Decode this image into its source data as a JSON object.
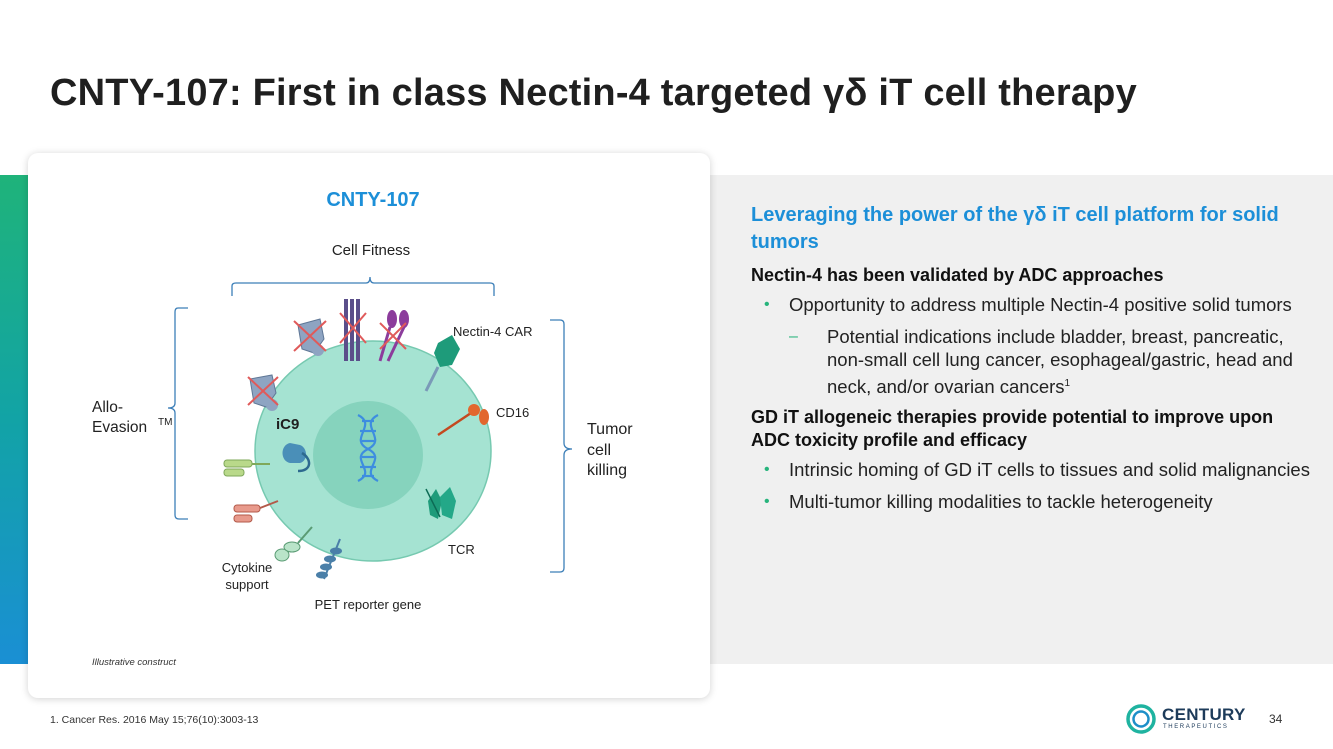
{
  "title": "CNTY-107: First in class Nectin-4 targeted γδ iT cell therapy",
  "diagram": {
    "heading": "CNTY-107",
    "cell_fitness": "Cell Fitness",
    "allo_evasion": "Allo-",
    "allo_evasion2": "Evasion",
    "allo_evasion_sup": "TM",
    "tumor_cell_killing_1": "Tumor",
    "tumor_cell_killing_2": "cell",
    "tumor_cell_killing_3": "killing",
    "nectin4_car": "Nectin-4 CAR",
    "cd16": "CD16",
    "tcr": "TCR",
    "cytokine_1": "Cytokine",
    "cytokine_2": "support",
    "pet_reporter": "PET reporter gene",
    "ic9": "iC9",
    "illustrative": "Illustrative construct",
    "colors": {
      "cell": "#9fe0cd",
      "nucleus": "#84d2bb",
      "heading": "#1c8fd8",
      "bracket": "#3c7fb8"
    }
  },
  "right": {
    "heading": "Leveraging the power of the γδ iT cell platform for solid tumors",
    "section1": "Nectin-4 has been validated by ADC approaches",
    "bullet1": "Opportunity to address multiple Nectin-4 positive solid tumors",
    "sub1": "Potential indications include bladder, breast, pancreatic, non-small cell lung cancer, esophageal/gastric, head and neck, and/or ovarian cancers",
    "sub1_sup": "1",
    "section2": "GD iT allogeneic therapies provide potential to improve upon ADC toxicity profile and efficacy",
    "bullet2": "Intrinsic homing of GD iT cells to tissues and solid malignancies",
    "bullet3": "Multi-tumor killing modalities to tackle heterogeneity",
    "bullet_glyph": "•",
    "dash_glyph": "–"
  },
  "footnote": "1. Cancer Res. 2016 May 15;76(10):3003-13",
  "logo": {
    "name": "CENTURY",
    "sub": "THERAPEUTICS"
  },
  "page_number": "34"
}
